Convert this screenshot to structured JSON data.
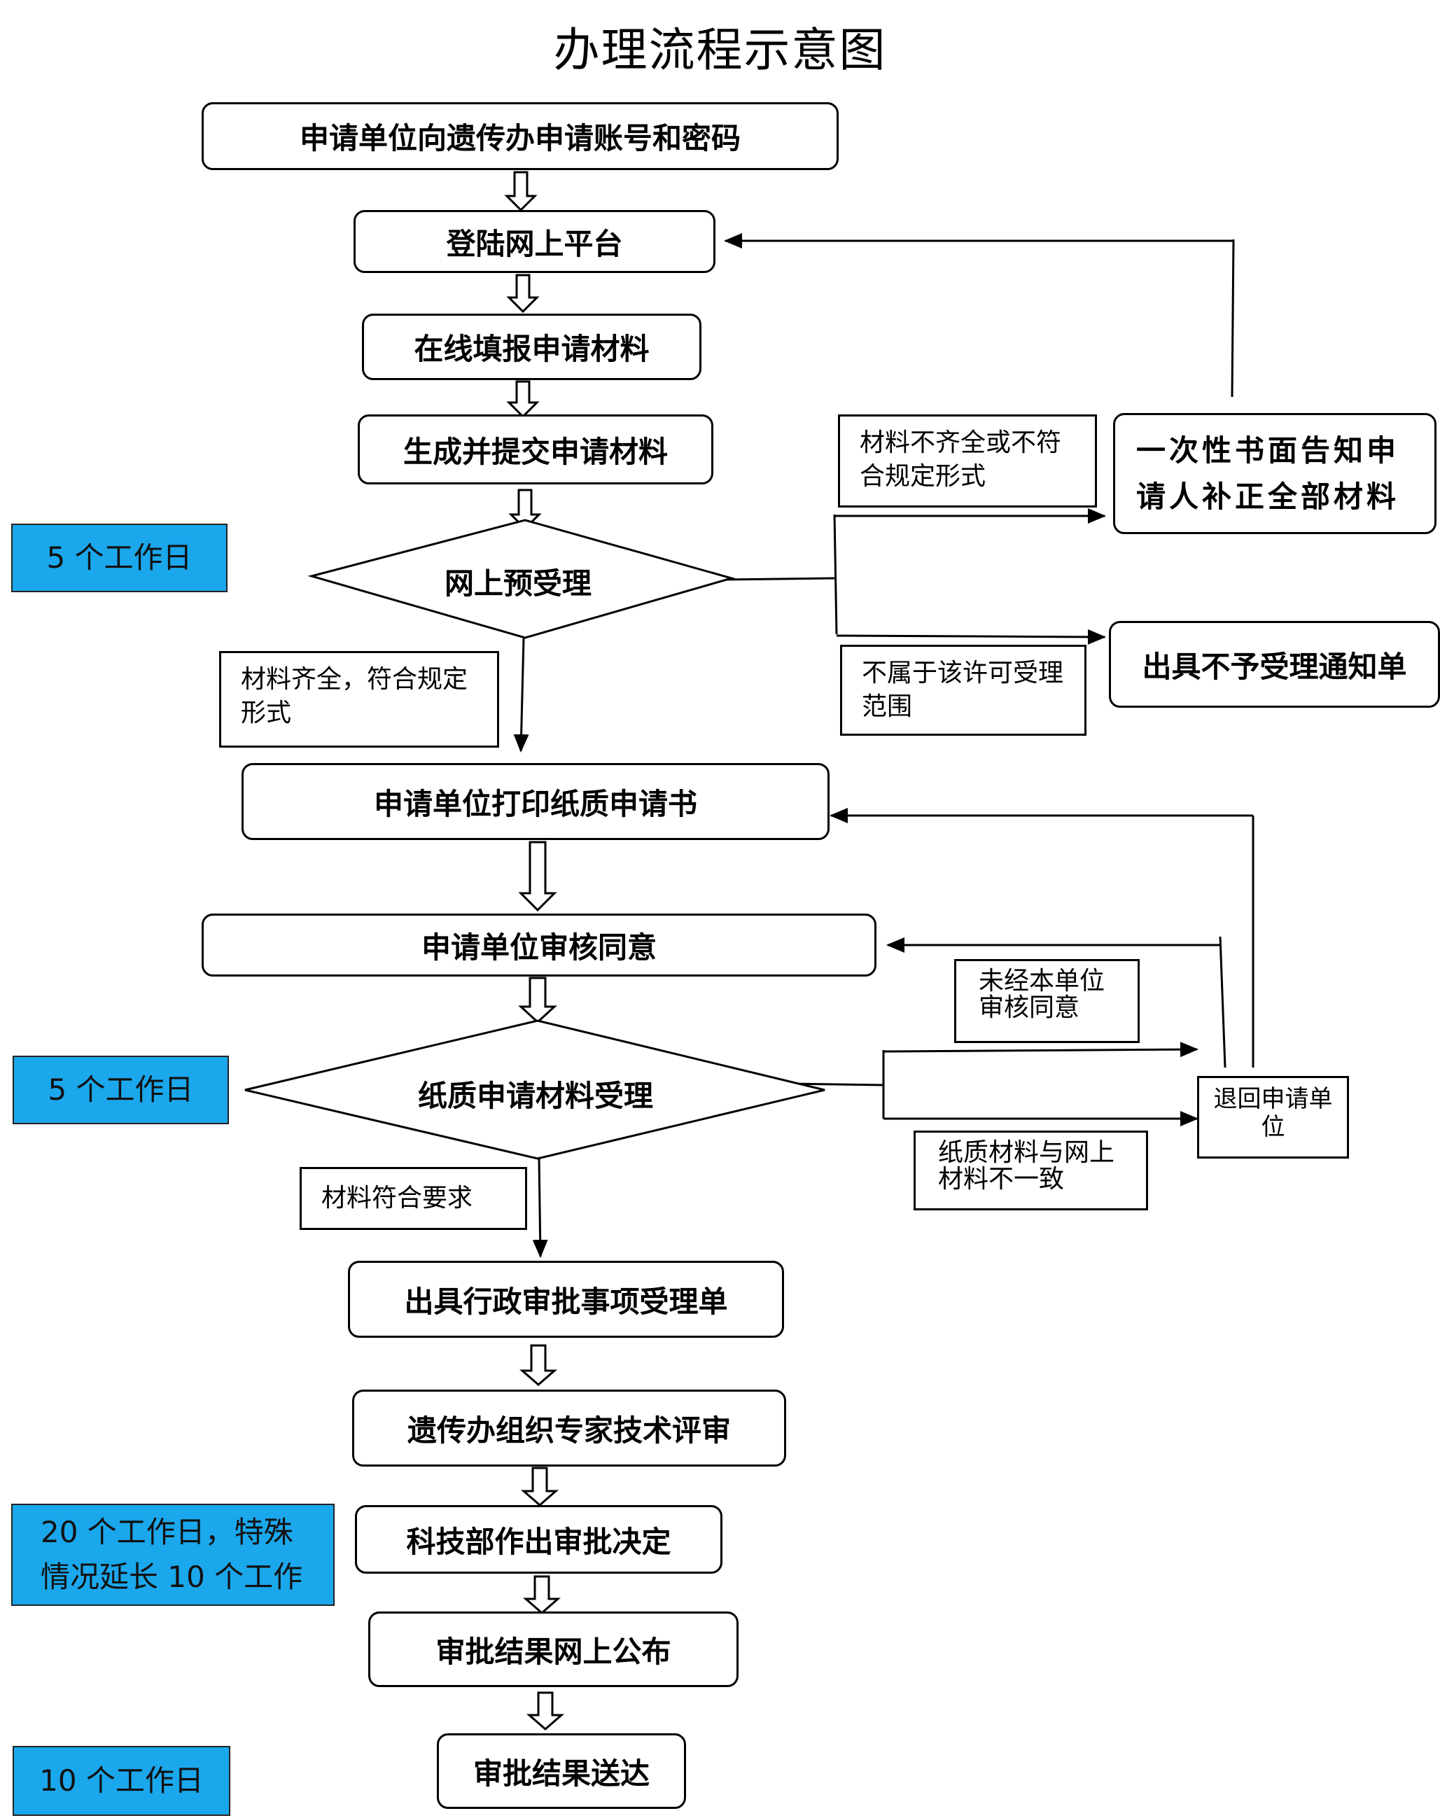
{
  "title": "办理流程示意图",
  "steps": {
    "apply_account": "申请单位向遗传办申请账号和密码",
    "login": "登陆网上平台",
    "fill_online": "在线填报申请材料",
    "generate_submit": "生成并提交申请材料",
    "online_pre_accept": "网上预受理",
    "notify_supplement": "一次性书面告知申请人补正全部材料",
    "not_accept_notice": "出具不予受理通知单",
    "print_paper": "申请单位打印纸质申请书",
    "unit_review": "申请单位审核同意",
    "paper_accept": "纸质申请材料受理",
    "return_unit": "退回申请单位",
    "accept_form": "出具行政审批事项受理单",
    "expert_review": "遗传办组织专家技术评审",
    "ministry_decision": "科技部作出审批决定",
    "publish_online": "审批结果网上公布",
    "deliver_result": "审批结果送达"
  },
  "conditions": {
    "incomplete": "材料不齐全或不符合规定形式",
    "out_of_scope": "不属于该许可受理范围",
    "complete": "材料齐全，符合规定形式",
    "not_approved_by_unit": "未经本单位审核同意",
    "paper_online_mismatch": "纸质材料与网上材料不一致",
    "meets_requirements": "材料符合要求"
  },
  "time_limits": {
    "pre_accept": "5 个工作日",
    "paper_accept": "5 个工作日",
    "review_decision": "20 个工作日，特殊情况延长 10 个工作",
    "delivery": "10 个工作日"
  },
  "colors": {
    "time_box": "#1ba7ec",
    "line": "#000000"
  }
}
